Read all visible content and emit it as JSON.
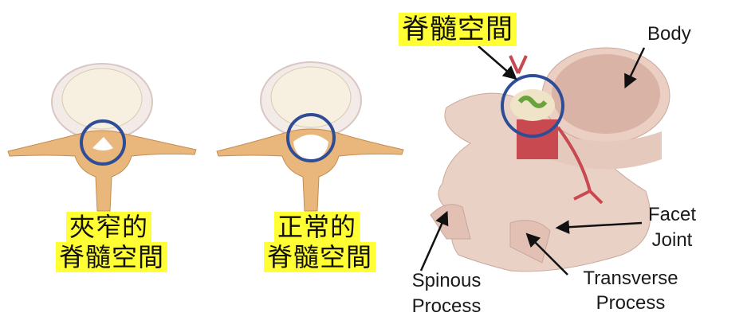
{
  "colors": {
    "highlight": "#ffff33",
    "circle": "#2f4d96",
    "bone": "#e9b67c",
    "disc": "#efe6e3",
    "body": "#e8c4b8"
  },
  "left_panel": {
    "label_line1": "夾窄的",
    "label_line2": "脊髓空間"
  },
  "middle_panel": {
    "label_line1": "正常的",
    "label_line2": "脊髓空間"
  },
  "right_panel": {
    "title": "脊髓空間",
    "labels": {
      "body": "Body",
      "facet_joint_1": "Facet",
      "facet_joint_2": "Joint",
      "spinous_1": "Spinous",
      "spinous_2": "Process",
      "transverse_1": "Transverse",
      "transverse_2": "Process"
    }
  }
}
